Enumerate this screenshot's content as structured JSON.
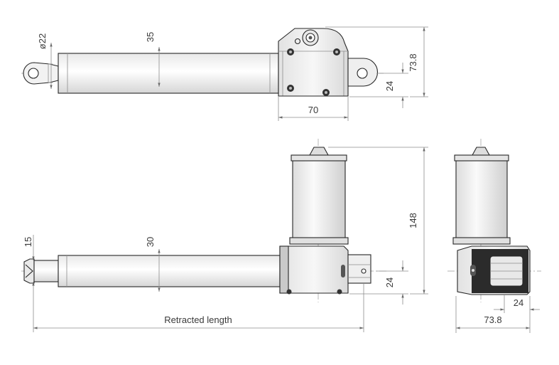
{
  "drawing": {
    "top_view": {
      "dia_rod_eye": "ø22",
      "tube_diameter": "35",
      "housing_width": "70",
      "eye_offset": "24",
      "overall_height": "73.8"
    },
    "side_view": {
      "rod_diameter": "15",
      "tube_diameter": "30",
      "eye_offset": "24",
      "motor_height": "148",
      "retracted_length_label": "Retracted length"
    },
    "end_view": {
      "eye_offset": "24",
      "width": "73.8"
    }
  }
}
